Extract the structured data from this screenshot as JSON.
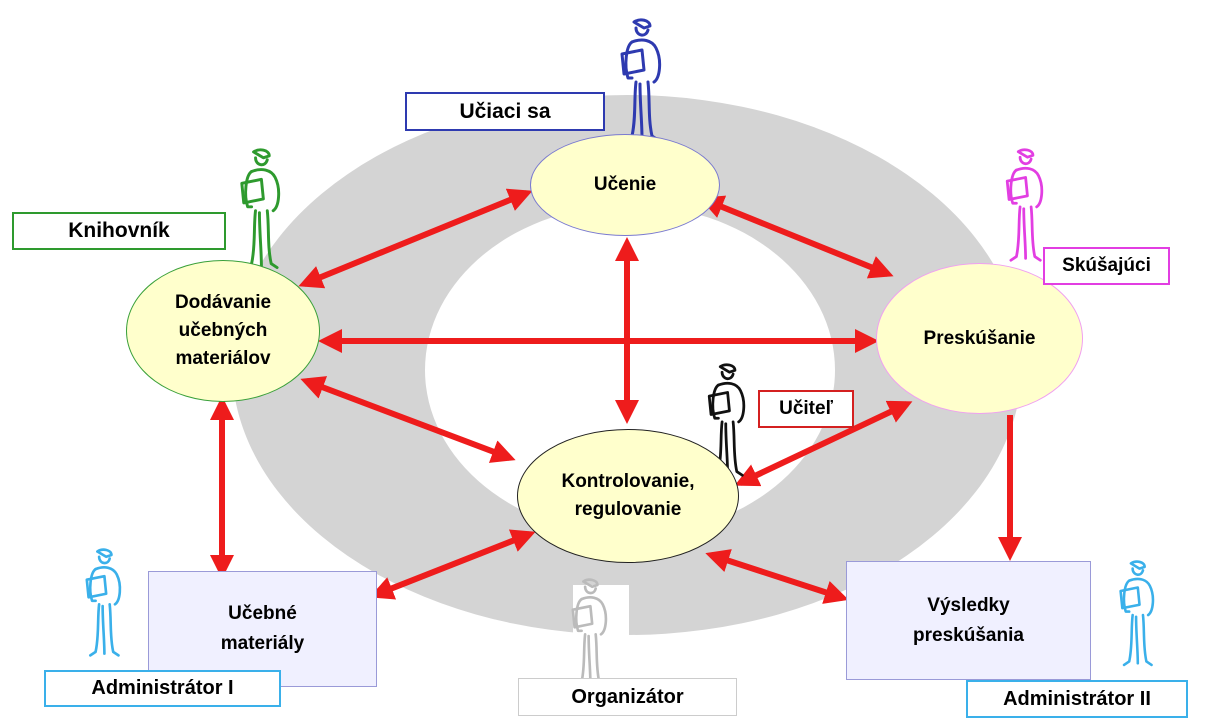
{
  "roles": {
    "learner": "Učiaci sa",
    "librarian": "Knihovník",
    "examiner": "Skúšajúci",
    "teacher": "Učiteľ",
    "admin1": "Administrátor I",
    "organizer": "Organizátor",
    "admin2": "Administrátor II"
  },
  "processes": {
    "learning": "Učenie",
    "supply": "Dodávanie\nučebných\nmateriálov",
    "exam": "Preskúšanie",
    "control": "Kontrolovanie,\nregulovanie",
    "materials": "Učebné\nmateriály",
    "results": "Výsledky\npreskúšania"
  },
  "colors": {
    "ring": "#d4d4d4",
    "arrow": "#ee1c1c",
    "ellipse_fill": "#ffffcc",
    "learner": "#2e3ab0",
    "librarian": "#2e9a2e",
    "examiner": "#e23ee2",
    "teacher": "#d42020",
    "admin": "#3ab0ea",
    "organizer": "#bbbbbb"
  }
}
